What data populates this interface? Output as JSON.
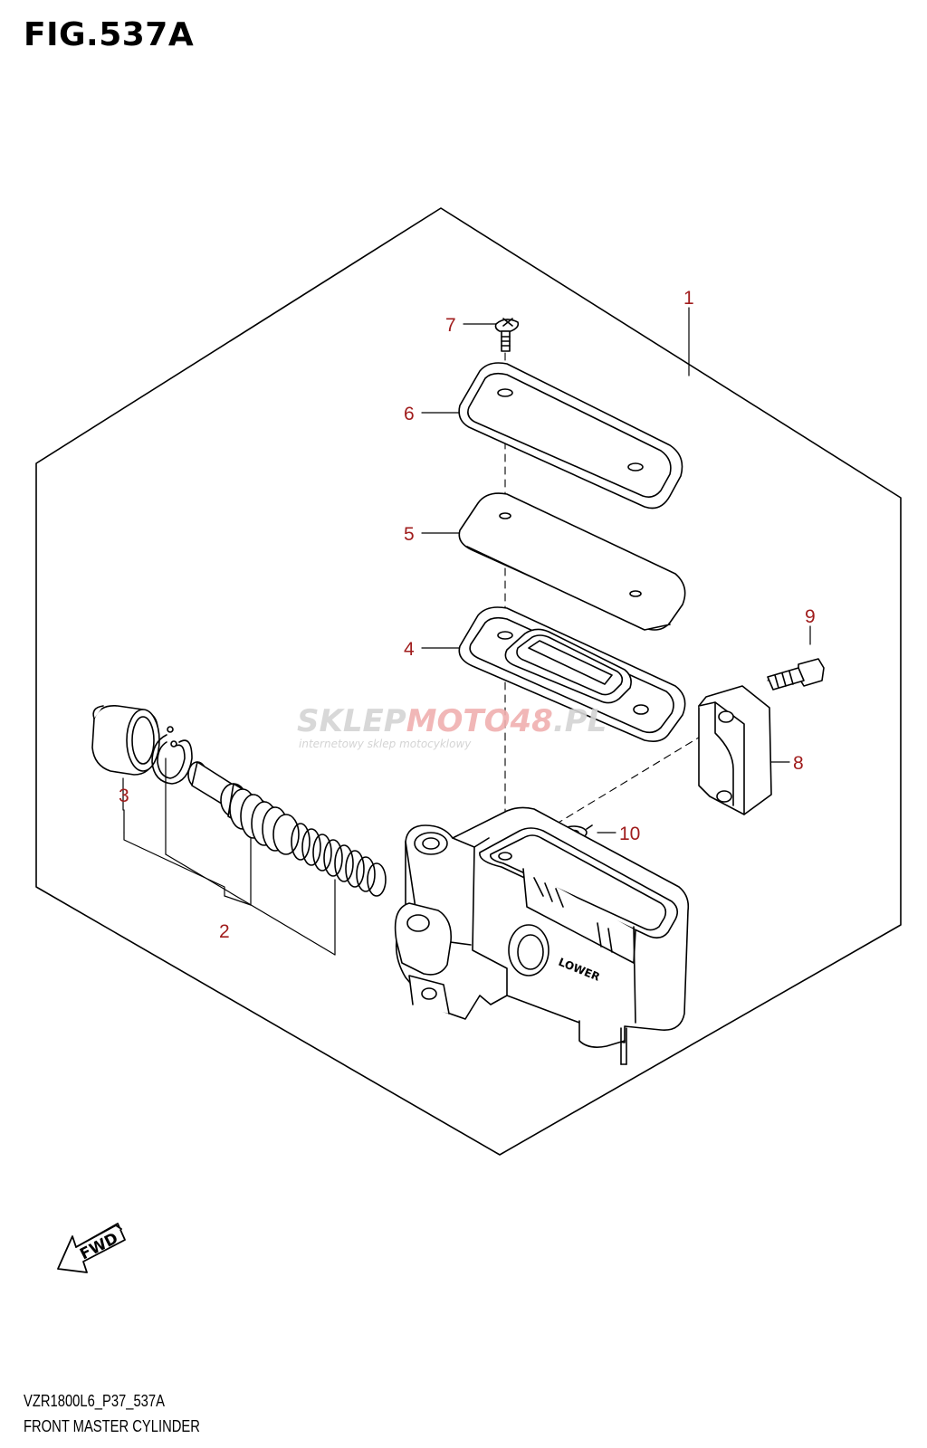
{
  "header": {
    "figure_title": "FIG.537A"
  },
  "footer": {
    "model_code": "VZR1800L6_P37_537A",
    "diagram_name": "FRONT MASTER CYLINDER"
  },
  "callouts": {
    "c1": "1",
    "c2": "2",
    "c3": "3",
    "c4": "4",
    "c5": "5",
    "c6": "6",
    "c7": "7",
    "c8": "8",
    "c9": "9",
    "c10": "10"
  },
  "labels": {
    "fwd": "FWD",
    "lower": "LOWER"
  },
  "watermark": {
    "brand_part1": "SKLEP",
    "brand_part2": "MOTO",
    "brand_part3": "48",
    "brand_part4": ".PL",
    "subtitle": "internetowy sklep motocyklowy"
  },
  "colors": {
    "callout": "#a01c1c",
    "line": "#000000",
    "watermark_grey": "#d4d4d4",
    "watermark_red": "#f0b0b0"
  }
}
